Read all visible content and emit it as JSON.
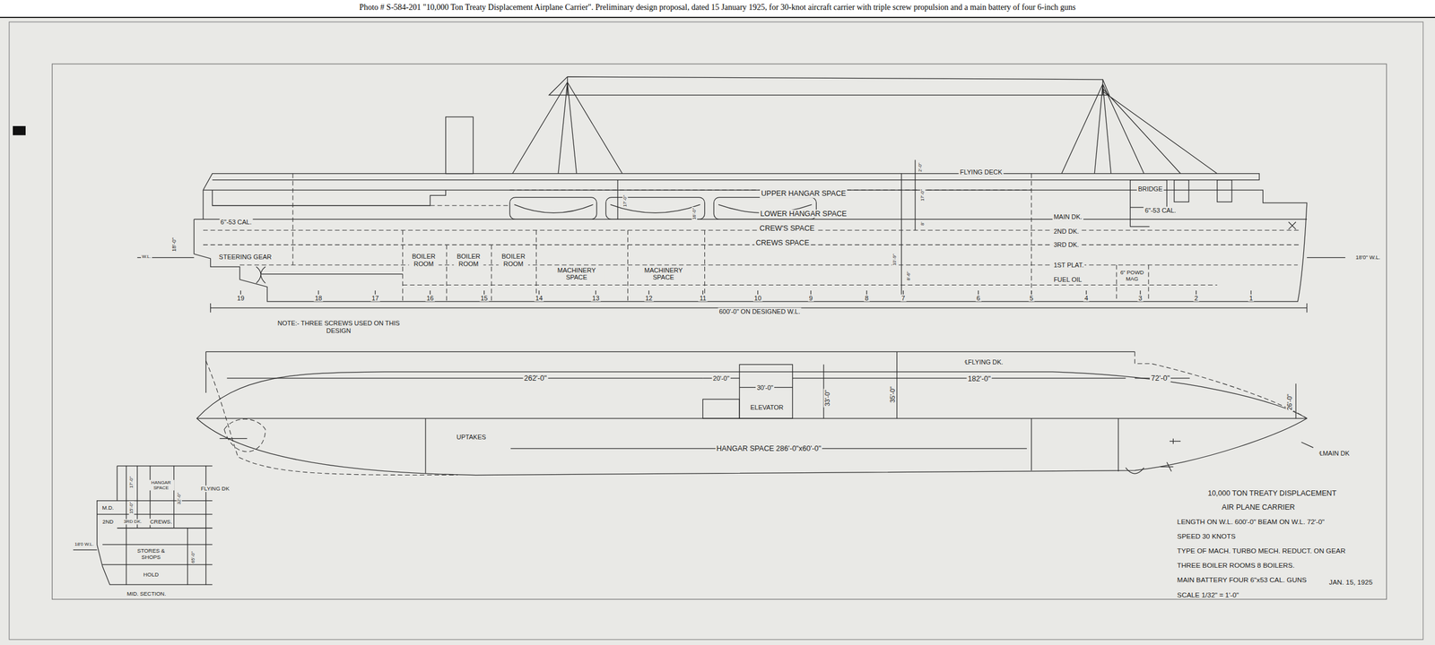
{
  "diagram": {
    "title": "Photo # S-584-201 \"10,000 Ton Treaty Displacement Airplane Carrier\". Preliminary design proposal, dated 15 January 1925, for 30-knot aircraft carrier with triple screw propulsion and a main battery of four 6-inch guns",
    "labels": [
      "FLYING DECK",
      "UPPER HANGAR SPACE",
      "LOWER HANGAR SPACE",
      "CREW'S SPACE",
      "CREWS SPACE",
      "MAIN DK.",
      "2ND DK.",
      "3RD DK.",
      "1ST PLAT.",
      "FUEL OIL",
      "6\" POWD MAG",
      "BRIDGE",
      "6\"-53 CAL.",
      "6\"-53 CAL.",
      "STEERING GEAR",
      "BOILER ROOM",
      "BOILER ROOM",
      "BOILER ROOM",
      "MACHINERY SPACE",
      "MACHINERY SPACE",
      "19",
      "18",
      "17",
      "16",
      "15",
      "14",
      "13",
      "12",
      "11",
      "10",
      "9",
      "8",
      "7",
      "6",
      "5",
      "4",
      "3",
      "2",
      "1",
      "600'-0\" ON DESIGNED W.L.",
      "NOTE:- THREE SCREWS USED ON THIS DESIGN",
      "18'-0\"",
      "18'0\" W.L.",
      "W.L.",
      "17'-0\"",
      "16'-0\"",
      "2'-0\"",
      "17'-0\"",
      "8'",
      "10'-9\"",
      "8'-6\"",
      "262'-0\"",
      "20'-0\"",
      "30'-0\"",
      "33'-0\"",
      "35'-0\"",
      "℄FLYING DK.",
      "182'-0\"",
      "72'-0\"",
      "26'-0\"",
      "ELEVATOR",
      "UPTAKES",
      "HANGAR SPACE 286'-0\"x60'-0\"",
      "℄MAIN DK",
      "FLYING DK",
      "HANGAR SPACE",
      "M.D.",
      "2ND",
      "3RD DK.",
      "CREWS.",
      "STORES & SHOPS",
      "HOLD",
      "18'0 W.L.",
      "MID. SECTION.",
      "17'-0\"",
      "15'-0\"",
      "32'-0\"",
      "65'-0\"",
      "10,000 TON TREATY DISPLACEMENT",
      "AIR PLANE CARRIER",
      "LENGTH ON W.L. 600'-0\" BEAM ON W.L. 72'-0\"",
      "SPEED 30 KNOTS",
      "TYPE OF MACH. TURBO MECH. REDUCT. ON GEAR",
      "THREE BOILER ROOMS 8 BOILERS.",
      "MAIN BATTERY FOUR 6\"x53 CAL. GUNS",
      "SCALE 1/32\" = 1'-0\"",
      "JAN. 15, 1925"
    ]
  }
}
